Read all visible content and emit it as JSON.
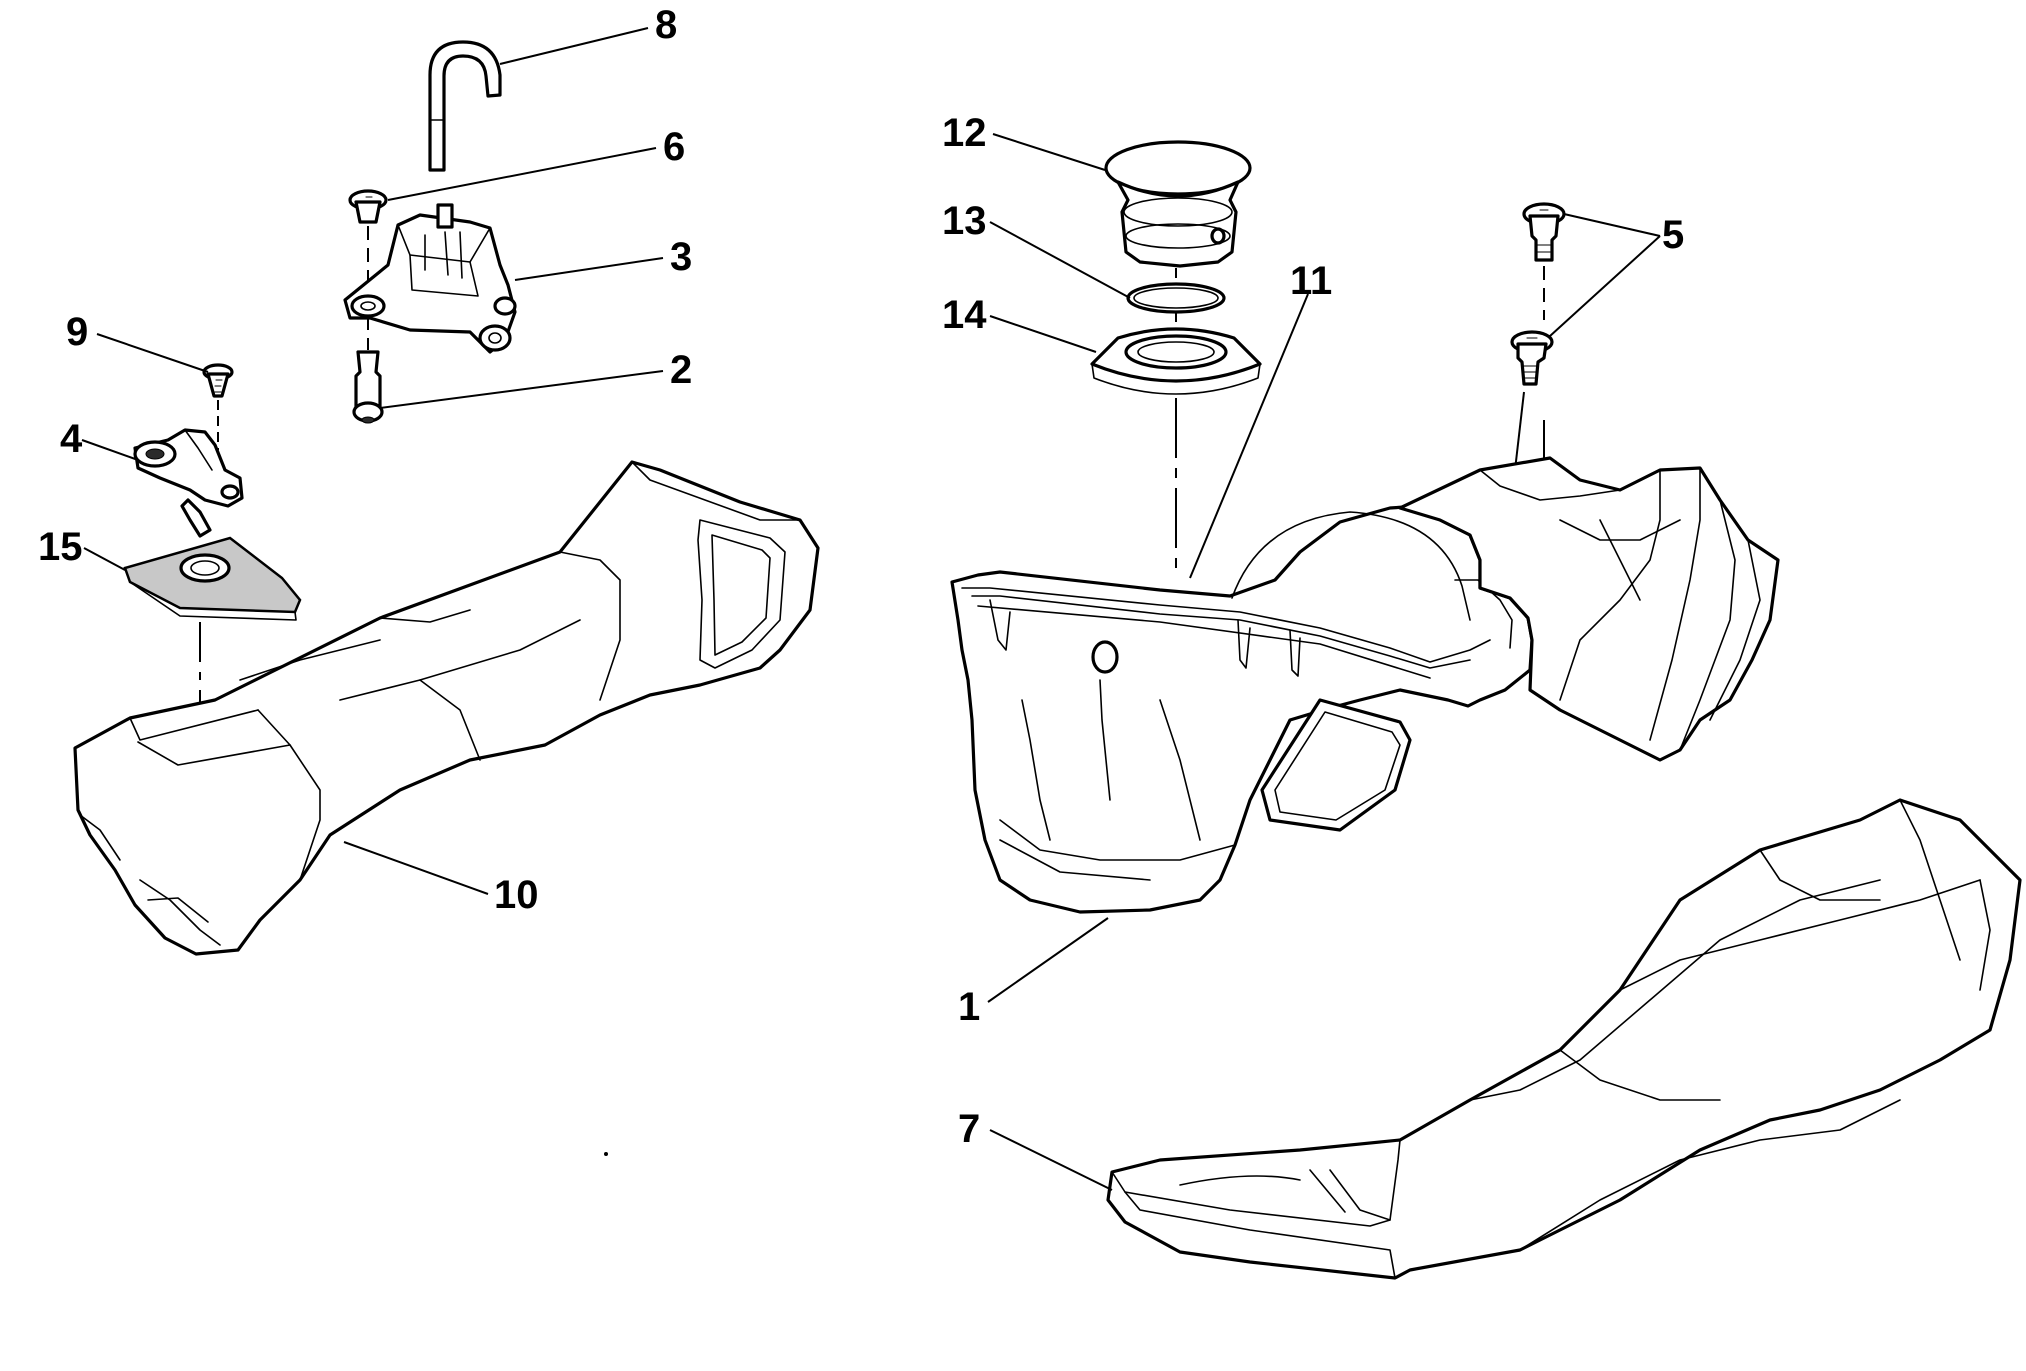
{
  "diagram": {
    "type": "exploded-parts-diagram",
    "callouts": [
      {
        "id": "c1",
        "label": "1"
      },
      {
        "id": "c2",
        "label": "2"
      },
      {
        "id": "c3",
        "label": "3"
      },
      {
        "id": "c4",
        "label": "4"
      },
      {
        "id": "c5",
        "label": "5"
      },
      {
        "id": "c6",
        "label": "6"
      },
      {
        "id": "c7",
        "label": "7"
      },
      {
        "id": "c8",
        "label": "8"
      },
      {
        "id": "c9",
        "label": "9"
      },
      {
        "id": "c10",
        "label": "10"
      },
      {
        "id": "c11",
        "label": "11"
      },
      {
        "id": "c12",
        "label": "12"
      },
      {
        "id": "c13",
        "label": "13"
      },
      {
        "id": "c14",
        "label": "14"
      },
      {
        "id": "c15",
        "label": "15"
      }
    ],
    "colors": {
      "line": "#000000",
      "background": "#ffffff"
    }
  }
}
